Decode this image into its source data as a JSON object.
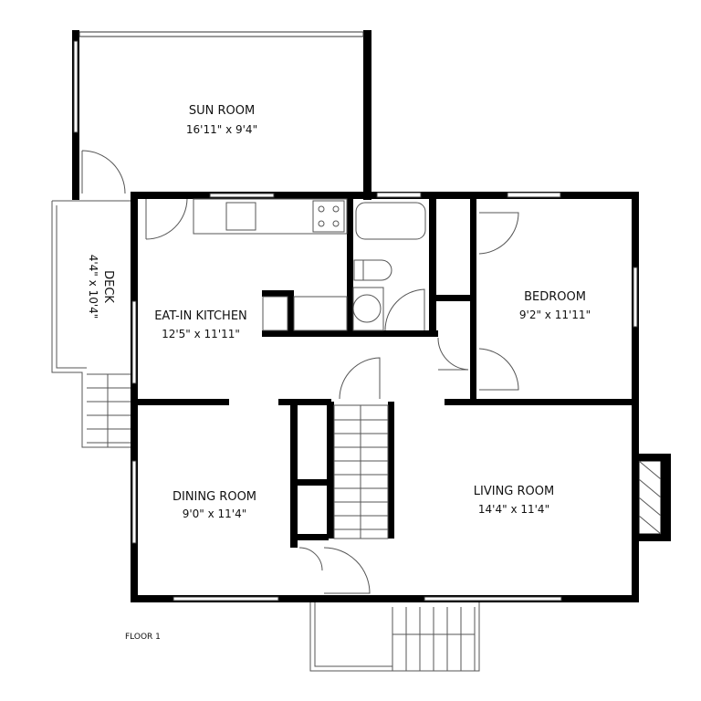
{
  "floor_label": "FLOOR 1",
  "rooms": [
    {
      "name": "SUN ROOM",
      "dimensions": "16'11\" x 9'4\""
    },
    {
      "name": "EAT-IN KITCHEN",
      "dimensions": "12'5\" x 11'11\""
    },
    {
      "name": "BEDROOM",
      "dimensions": "9'2\" x 11'11\""
    },
    {
      "name": "DINING ROOM",
      "dimensions": "9'0\" x 11'4\""
    },
    {
      "name": "LIVING ROOM",
      "dimensions": "14'4\" x 11'4\""
    },
    {
      "name": "DECK",
      "dimensions": "4'4\" x 10'4\""
    }
  ]
}
